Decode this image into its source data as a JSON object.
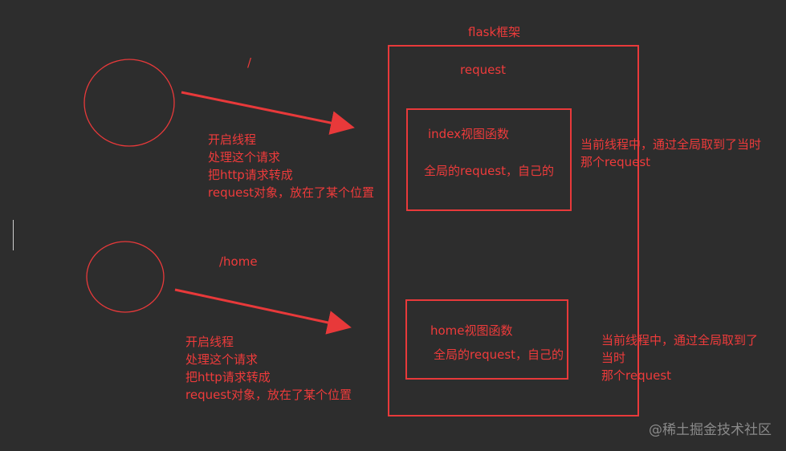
{
  "framework_title": "flask框架",
  "framework_request": "request",
  "route_index": "/",
  "route_home": "/home",
  "index_block": {
    "title": "index视图函数",
    "body": "全局的request，自己的"
  },
  "home_block": {
    "title": "home视图函数",
    "body": "全局的request，自己的"
  },
  "thread_note_1": [
    "开启线程",
    "处理这个请求",
    "把http请求转成",
    "request对象，放在了某个位置"
  ],
  "thread_note_2": [
    "开启线程",
    "处理这个请求",
    "把http请求转成",
    "request对象，放在了某个位置"
  ],
  "side_note_1": [
    "当前线程中，通过全局取到了当时",
    "那个request"
  ],
  "side_note_2": [
    "当前线程中，通过全局取到了",
    "当时",
    "那个request"
  ],
  "watermark": "@稀土掘金技术社区",
  "colors": {
    "accent": "#e8393a",
    "background": "#2d2d2d",
    "text": "#ee3b3b"
  }
}
